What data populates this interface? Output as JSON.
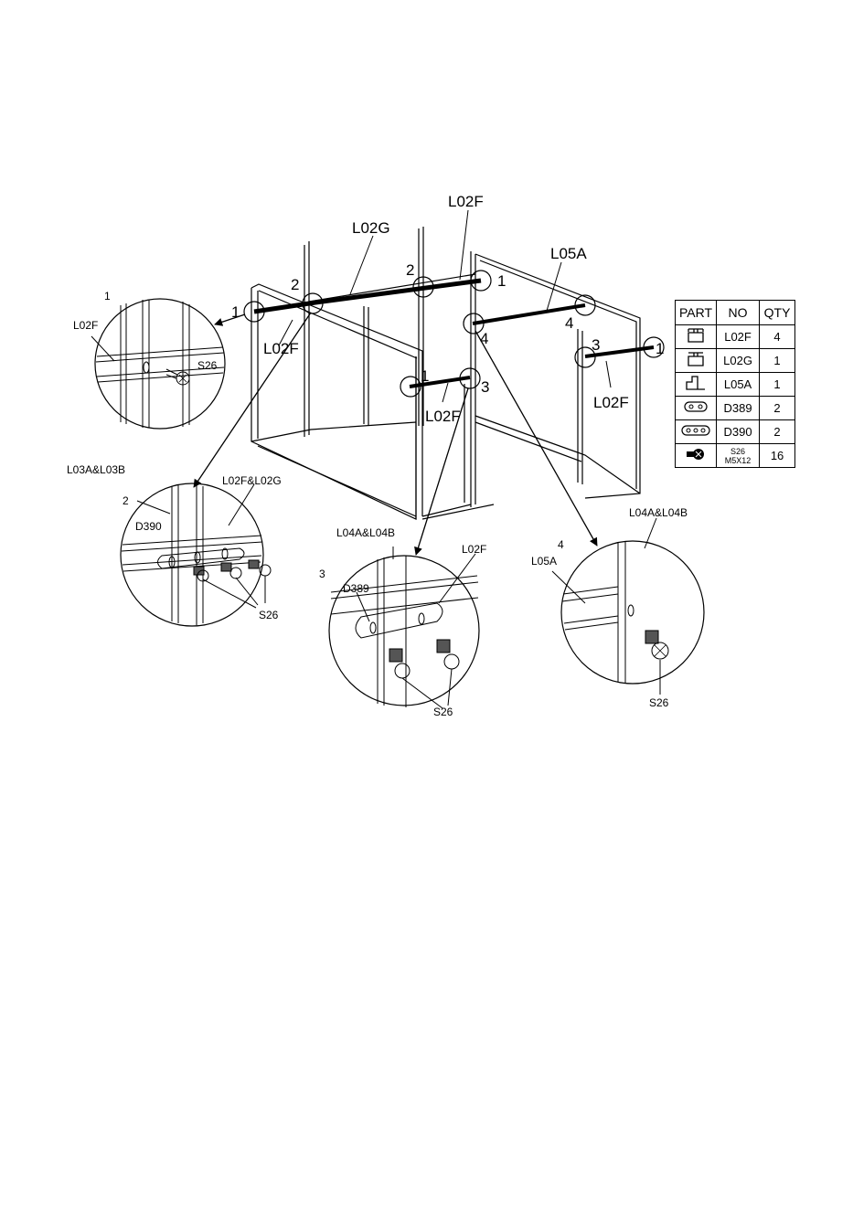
{
  "labels": {
    "top_l02f": "L02F",
    "top_l02g": "L02G",
    "top_l05a": "L05A",
    "left_l02f": "L02F",
    "mid_l02f": "L02F",
    "right_l02f": "L02F",
    "n1_left": "1",
    "n2_left": "2",
    "n2_mid": "2",
    "n1_top": "1",
    "n4_upper": "4",
    "n4_lower": "4",
    "n1_front": "1",
    "n3_front": "3",
    "n3_right": "3",
    "n1_right": "1"
  },
  "detail1": {
    "num": "1",
    "part": "L02F",
    "screw": "S26"
  },
  "detail2": {
    "num": "2",
    "post": "L03A&L03B",
    "beam": "L02F&L02G",
    "plate": "D390",
    "screw": "S26"
  },
  "detail3": {
    "num": "3",
    "post": "L04A&L04B",
    "beam": "L02F",
    "plate": "D389",
    "screw": "S26"
  },
  "detail4": {
    "num": "4",
    "post": "L04A&L04B",
    "beam": "L05A",
    "screw": "S26"
  },
  "table": {
    "headers": [
      "PART",
      "NO",
      "QTY"
    ],
    "rows": [
      {
        "icon": "profile-l02f-icon",
        "no": "L02F",
        "qty": "4"
      },
      {
        "icon": "profile-l02g-icon",
        "no": "L02G",
        "qty": "1"
      },
      {
        "icon": "profile-l05a-icon",
        "no": "L05A",
        "qty": "1"
      },
      {
        "icon": "plate-2-hole-icon",
        "no": "D389",
        "qty": "2"
      },
      {
        "icon": "plate-3-hole-icon",
        "no": "D390",
        "qty": "2"
      },
      {
        "icon": "screw-icon",
        "no": "S26",
        "no_sub": "M5X12",
        "qty": "16"
      }
    ]
  }
}
